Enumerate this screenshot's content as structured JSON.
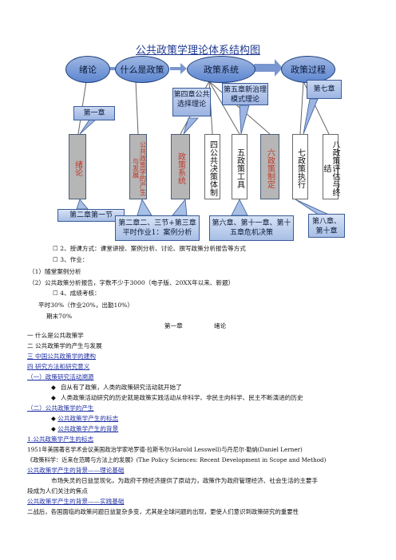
{
  "diagram": {
    "title": "公共政策学理论体系结构图",
    "top_nodes": [
      "绪论",
      "什么是政策",
      "政策系统",
      "政策过程"
    ],
    "label_boxes": {
      "chapter1": "第一章",
      "chapter4": "第四章公共选择理论",
      "chapter5": "第五章新治理模式理论",
      "chapter7": "第七章"
    },
    "columns": [
      "绪论",
      "公共政策学的产生与发展",
      "政策系统",
      "四公共决策体制",
      "五政策工具",
      "六政策制定",
      "七政策执行",
      "八政策评估与终结"
    ],
    "bottom_boxes": {
      "b1": "第二章第一节",
      "b2": "第二章二、三节+第三章平时作业1：案例分析",
      "b3": "第六章、第十一章、第十五章危机决策",
      "b4": "第八章、第十章"
    }
  },
  "body": {
    "line1": "2、授课方式：课堂讲授、案例分析、讨论、撰写政策分析报告等方式",
    "line2": "3、作业：",
    "line3": "（1）随堂案例分析",
    "line4": "（2）公共政策分析报告，字数不少于3000（电子版、20XX年以来、新题）",
    "line5": "4、成绩考核：",
    "line6": "平时30%（作业20%，出勤10%）",
    "line7": "期末70%",
    "chapter_heading_1": "第一章",
    "chapter_heading_2": "绪论",
    "toc1": "一 什么是公共政策学",
    "toc2": "二 公共政策学的产生与发展",
    "toc3": "三 中国公共政策学的建构",
    "toc4": "四 研究方法和研究意义",
    "sec1": "（一）政策研究活动溯源",
    "bullet1": "自从有了政策，人类的政策研究活动就开始了",
    "bullet2": "人类政策活动研究的历史就是政策实践活动从非科学、非民主向科学、民主不断演进的历史",
    "sec2": "（二）公共政策学的产生",
    "bullet3": "公共政策学产生的标志",
    "bullet4": "公共政策学产生的背景",
    "sub1": "1.公共政策学产生的标志",
    "para1a": "1951年美国著名学术会议美国政治学家哈罗德·拉斯韦尔(Harold Lesswell)与丹尼尔·勒纳(Daniel Lerner)",
    "para1b": "《政策科学：近来在范畴与方法上的发展》(The Policy Sciences: Recent Development in Scope and Method)",
    "link1": "公共政策学产生的背景——理论基础",
    "para2a": "市场失灵的日益显现化，为政府干预经济提供了原动力，政策作为政府管理经济、社会生活的主要手",
    "para2b": "段成为人们关注的焦点",
    "link2": "公共政策学产生的背景——实践基础",
    "para3": "二战后，各国面临的政策问题日益复杂多变，尤其是全球问题的出现，更使人们意识到政策研究的重要性"
  }
}
